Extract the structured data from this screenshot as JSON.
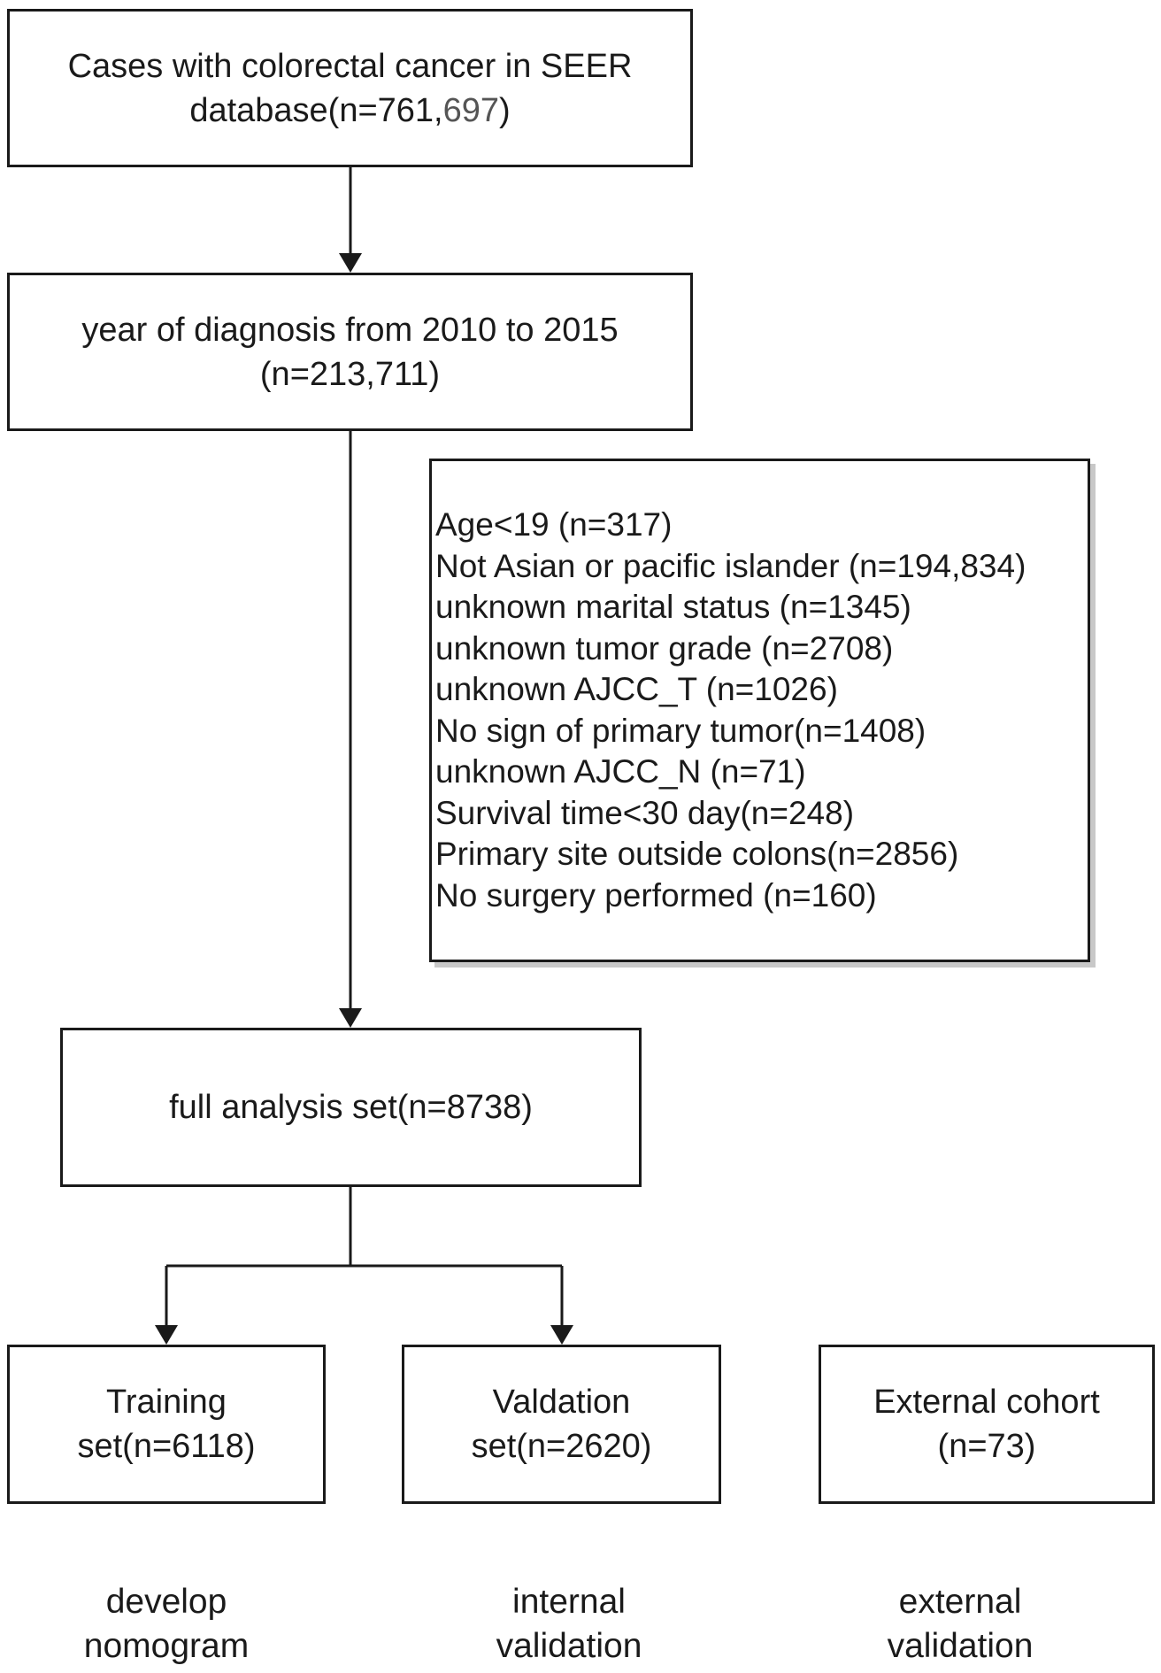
{
  "boxes": {
    "source": {
      "line1": "Cases with colorectal cancer in SEER",
      "line2a": "database(n=761,",
      "line2b": "697",
      "line2c": ")"
    },
    "year_filter": {
      "line1": "year of diagnosis from 2010 to 2015",
      "line2": "(n=213,711)"
    },
    "exclusions": [
      "Age<19 (n=317)",
      "Not Asian or pacific islander (n=194,834)",
      "unknown marital status (n=1345)",
      "unknown tumor grade (n=2708)",
      "unknown AJCC_T (n=1026)",
      "No sign of primary tumor(n=1408)",
      "unknown AJCC_N (n=71)",
      "Survival time<30 day(n=248)",
      "Primary site outside colons(n=2856)",
      "No surgery performed (n=160)"
    ],
    "full_set": {
      "label": "full analysis set(n=8738)"
    },
    "training": {
      "line1": "Training",
      "line2": "set(n=6118)"
    },
    "validation": {
      "line1": "Valdation",
      "line2": "set(n=2620)"
    },
    "external": {
      "line1": "External cohort",
      "line2": "(n=73)"
    }
  },
  "labels": {
    "training": {
      "line1": "develop",
      "line2": "nomogram"
    },
    "validation": {
      "line1": "internal",
      "line2": "validation"
    },
    "external": {
      "line1": "external",
      "line2": "validation"
    }
  },
  "colors": {
    "stroke": "#1a1a1a",
    "text": "#1a1a1a",
    "muted_text": "#555555",
    "shadow": "#c8c8c8"
  }
}
